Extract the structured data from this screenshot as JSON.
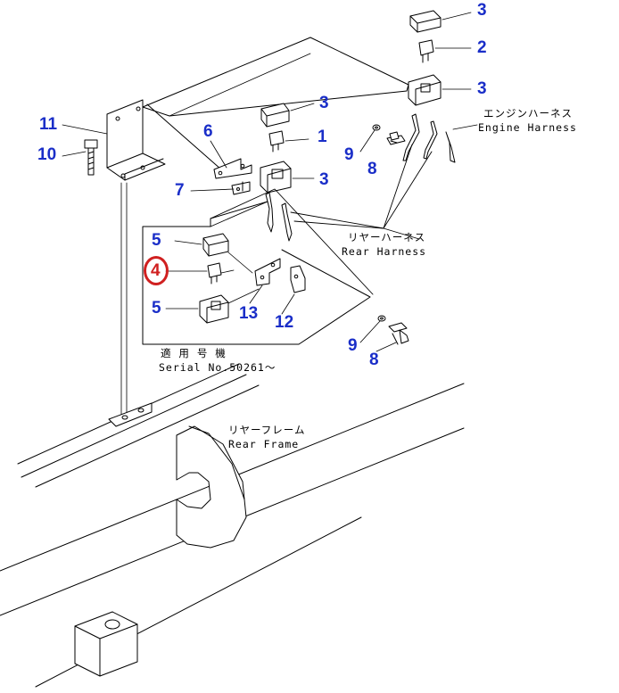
{
  "colors": {
    "callout": "#1a2ec8",
    "highlight_ring": "#d02020",
    "line": "#000000"
  },
  "callouts": [
    {
      "id": "c3a",
      "text": "3"
    },
    {
      "id": "c2",
      "text": "2"
    },
    {
      "id": "c3b",
      "text": "3"
    },
    {
      "id": "c3c",
      "text": "3"
    },
    {
      "id": "c1",
      "text": "1"
    },
    {
      "id": "c3d",
      "text": "3"
    },
    {
      "id": "c11",
      "text": "11"
    },
    {
      "id": "c10",
      "text": "10"
    },
    {
      "id": "c6",
      "text": "6"
    },
    {
      "id": "c7",
      "text": "7"
    },
    {
      "id": "c9a",
      "text": "9"
    },
    {
      "id": "c8a",
      "text": "8"
    },
    {
      "id": "c5a",
      "text": "5"
    },
    {
      "id": "c4",
      "text": "4",
      "highlighted": true
    },
    {
      "id": "c5b",
      "text": "5"
    },
    {
      "id": "c13",
      "text": "13"
    },
    {
      "id": "c12",
      "text": "12"
    },
    {
      "id": "c9b",
      "text": "9"
    },
    {
      "id": "c8b",
      "text": "8"
    }
  ],
  "captions": {
    "engine_harness_jp": "エンジンハーネス",
    "engine_harness_en": "Engine Harness",
    "rear_harness_jp": "リヤーハーネス",
    "rear_harness_en": "Rear Harness",
    "serial_jp": "適 用 号 機",
    "serial_en": "Serial No.50261～",
    "rear_frame_jp": "リヤーフレーム",
    "rear_frame_en": "Rear Frame"
  }
}
